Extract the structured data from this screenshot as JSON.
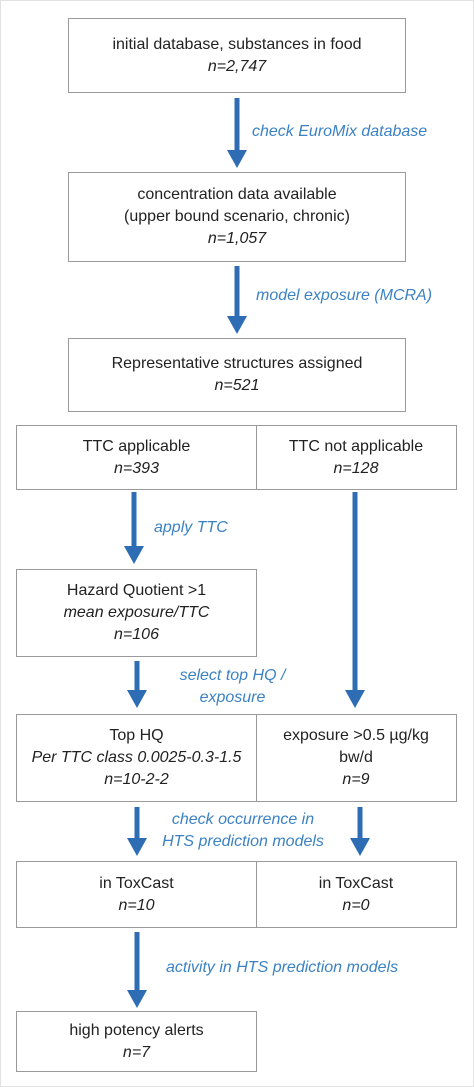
{
  "colors": {
    "arrow": "#2e6db4",
    "label": "#3b82c4",
    "border": "#9a9a9a"
  },
  "initial": {
    "title": "initial database, substances in food",
    "n": "n=2,747"
  },
  "step1": {
    "label": "check EuroMix database"
  },
  "concentration": {
    "line1": "concentration data available",
    "line2": "(upper bound scenario, chronic)",
    "n": "n=1,057"
  },
  "step2": {
    "label": "model exposure (MCRA)"
  },
  "representative": {
    "title": "Representative structures assigned",
    "n": "n=521"
  },
  "ttc_applicable": {
    "title": "TTC applicable",
    "n": "n=393"
  },
  "ttc_not_applicable": {
    "title": "TTC not applicable",
    "n": "n=128"
  },
  "step3": {
    "label": "apply TTC"
  },
  "hazard": {
    "title": "Hazard Quotient >1",
    "sub": "mean exposure/TTC",
    "n": "n=106"
  },
  "step4": {
    "line1": "select top HQ /",
    "line2": "exposure"
  },
  "top_hq": {
    "title": "Top HQ",
    "sub": "Per TTC class 0.0025-0.3-1.5",
    "n": "n=10-2-2"
  },
  "exposure_box": {
    "line1": "exposure >0.5 µg/kg",
    "line2": "bw/d",
    "n": "n=9"
  },
  "step5": {
    "line1": "check occurrence in",
    "line2": "HTS prediction models"
  },
  "toxcast_left": {
    "title": "in ToxCast",
    "n": "n=10"
  },
  "toxcast_right": {
    "title": "in ToxCast",
    "n": "n=0"
  },
  "step6": {
    "label": "activity in HTS prediction models"
  },
  "alerts": {
    "title": "high potency alerts",
    "n": "n=7"
  }
}
